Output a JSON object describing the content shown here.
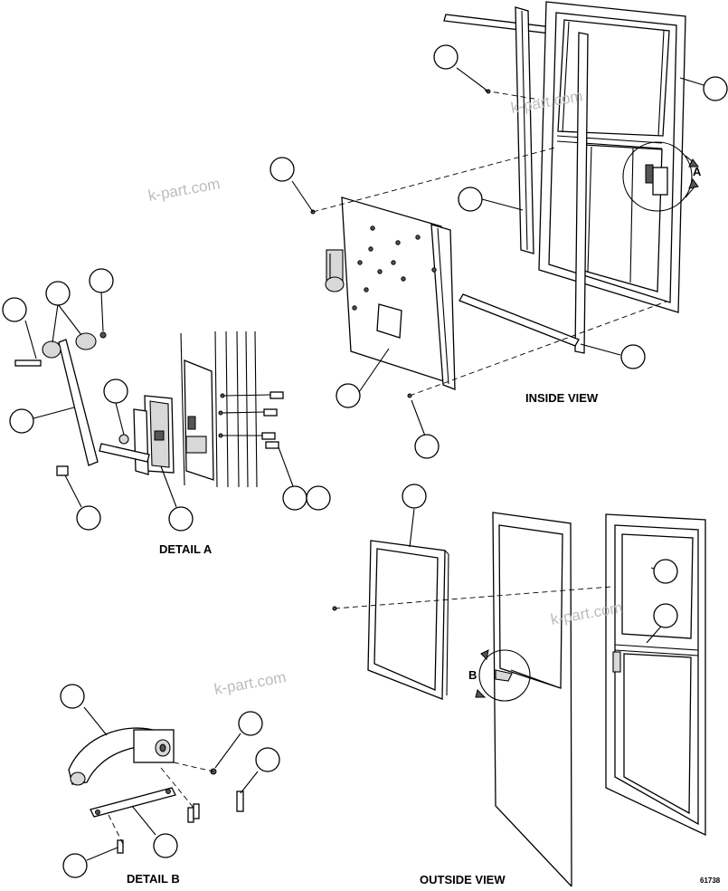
{
  "views": {
    "inside_view": "INSIDE VIEW",
    "outside_view": "OUTSIDE VIEW",
    "detail_a": "DETAIL A",
    "detail_b": "DETAIL B"
  },
  "detail_markers": {
    "a": "A",
    "b": "B"
  },
  "watermarks": [
    "k-part.com",
    "k-part.com",
    "k-part.com",
    "k-part.com"
  ],
  "figure_number": "61738",
  "colors": {
    "line": "#000000",
    "background": "#ffffff",
    "watermark": "#bcbcbc",
    "shade": "#d8d8d8"
  }
}
